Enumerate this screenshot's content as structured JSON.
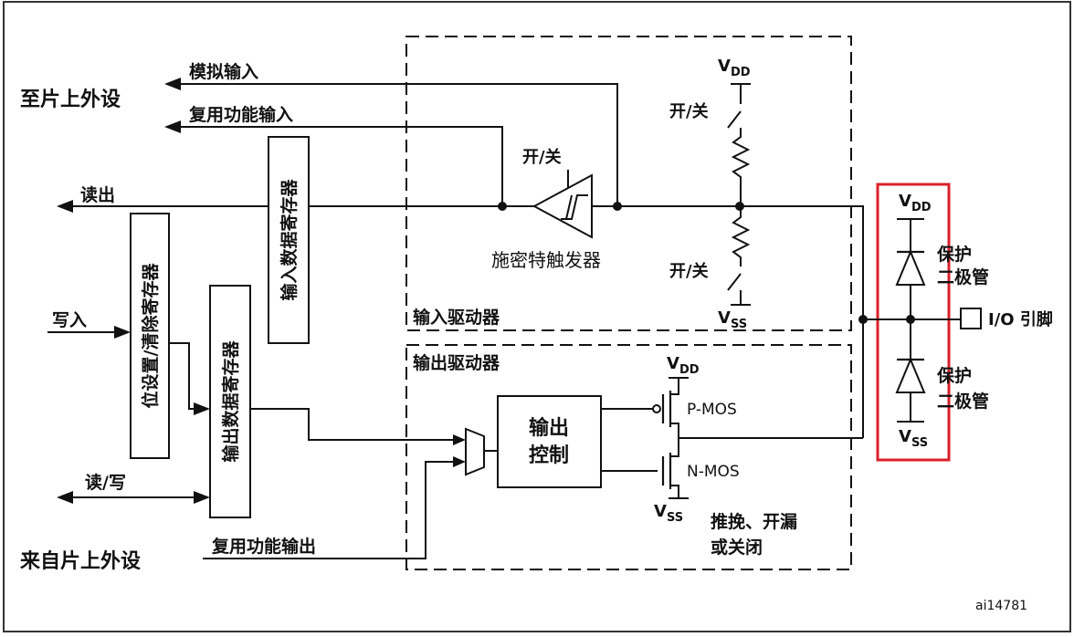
{
  "labels": {
    "to_onchip_peripheral": "至片上外设",
    "analog_input": "模拟输入",
    "alt_func_input": "复用功能输入",
    "read_out": "读出",
    "write_in": "写入",
    "read_write": "读/写",
    "from_onchip_peripheral": "来自片上外设",
    "alt_func_output": "复用功能输出",
    "bit_set_reset_register": "位设置/清除寄存器",
    "input_data_register": "输入数据寄存器",
    "output_data_register": "输出数据寄存器",
    "on_off_trigger": "开/关",
    "schmitt_trigger": "施密特触发器",
    "input_driver": "输入驱动器",
    "output_driver": "输出驱动器",
    "output_control_line1": "输出",
    "output_control_line2": "控制",
    "on_off_pullup": "开/关",
    "on_off_pulldown": "开/关",
    "vdd_pullup": "V",
    "vdd_sub": "DD",
    "vss_pulldown": "V",
    "vss_sub": "SS",
    "vdd_pmos": "V",
    "vss_nmos": "V",
    "vdd_diode": "V",
    "vss_diode": "V",
    "pmos": "P-MOS",
    "nmos": "N-MOS",
    "mode_line1": "推挽、开漏",
    "mode_line2": "或关闭",
    "protect_diode_top_line1": "保护",
    "protect_diode_top_line2": "二极管",
    "protect_diode_bottom_line1": "保护",
    "protect_diode_bottom_line2": "二极管",
    "io_pin": "I/O 引脚",
    "figure_id": "ai14781"
  },
  "colors": {
    "highlight": "#d9202a",
    "line": "#111111",
    "background": "#ffffff"
  }
}
